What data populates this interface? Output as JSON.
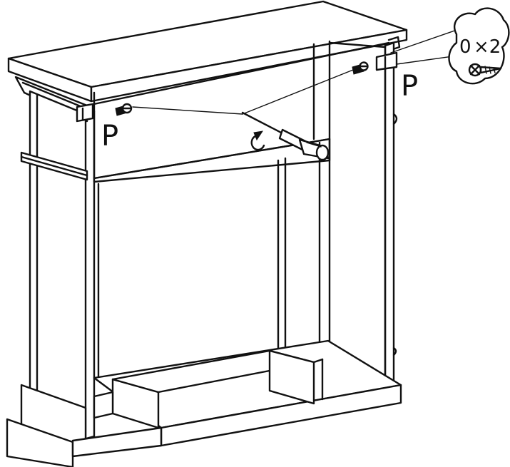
{
  "diagram": {
    "labels": {
      "left_part": "P",
      "right_part": "P"
    },
    "callout": {
      "hardware_id": "0",
      "quantity": "×2",
      "hardware_icon": "wood-screw-icon"
    },
    "rotation_icon": "clockwise-arrow-icon",
    "tool_icon": "screwdriver-icon"
  }
}
